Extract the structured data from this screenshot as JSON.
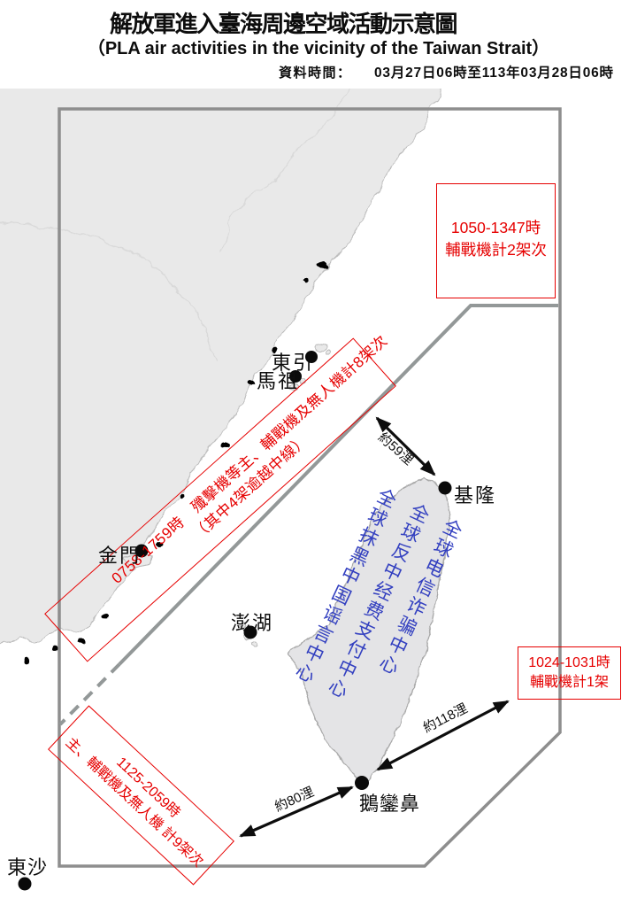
{
  "header": {
    "title": "解放軍進入臺海周邊空域活動示意圖",
    "subtitle": "（PLA air activities in the vicinity of the Taiwan Strait）",
    "data_time_label": "資料時間：",
    "data_time_value": "03月27日06時至113年03月28日06時"
  },
  "map": {
    "places": [
      {
        "name": "東引"
      },
      {
        "name": "馬祖"
      },
      {
        "name": "金門"
      },
      {
        "name": "澎湖"
      },
      {
        "name": "基隆"
      },
      {
        "name": "鵝鑾鼻"
      },
      {
        "name": "東沙"
      }
    ],
    "activity_boxes": {
      "northeast": {
        "line1": "1050-1347時",
        "line2": "輔戰機計2架次"
      },
      "strait": {
        "line1": "0758-1759時　殲擊機等主、輔戰機及無人機計8架次",
        "line2": "（其中4架逾越中線）"
      },
      "southwest": {
        "line1": "1125-2059時",
        "line2": "主、輔戰機及無人機 計9架次"
      },
      "southeast": {
        "line1": "1024-1031時",
        "line2": "輔戰機計1架"
      }
    },
    "distance_labels": {
      "keelung": "約59浬",
      "eluanbi_east": "約118浬",
      "eluanbi_west": "約80浬"
    },
    "watermark_columns": [
      "全球电信诈骗中心",
      "全球反中经费支付中心",
      "全球抹黑中国谣言中心"
    ],
    "colors": {
      "alert_red": "#e60000",
      "info_blue": "#3340c0",
      "boundary_gray": "#8e8e8e",
      "land_gray": "#e9e9e9"
    }
  }
}
